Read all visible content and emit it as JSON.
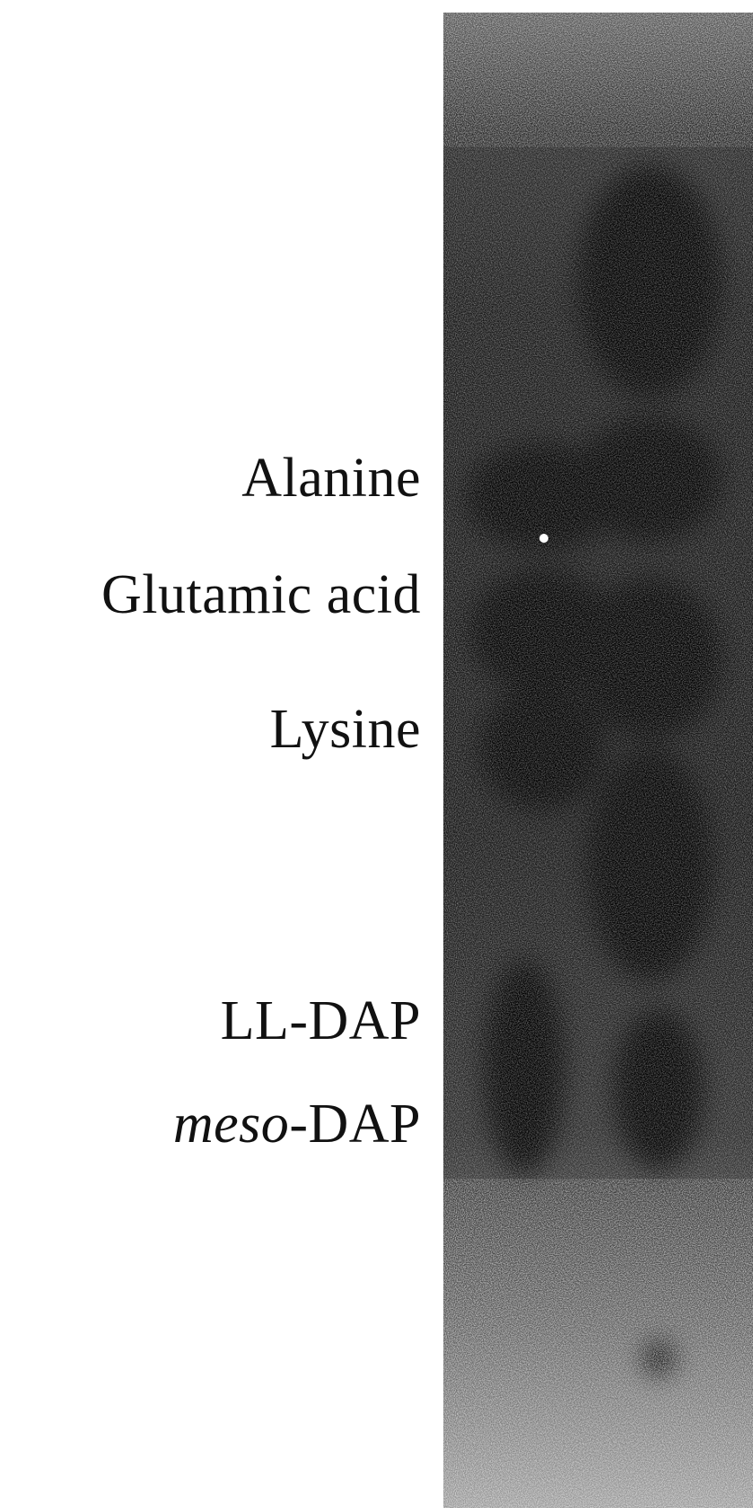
{
  "labels": {
    "alanine": "Alanine",
    "glutamic_acid": "Glutamic acid",
    "lysine": "Lysine",
    "ll_dap": "LL-DAP",
    "meso_prefix": "meso",
    "meso_suffix": "-DAP"
  }
}
